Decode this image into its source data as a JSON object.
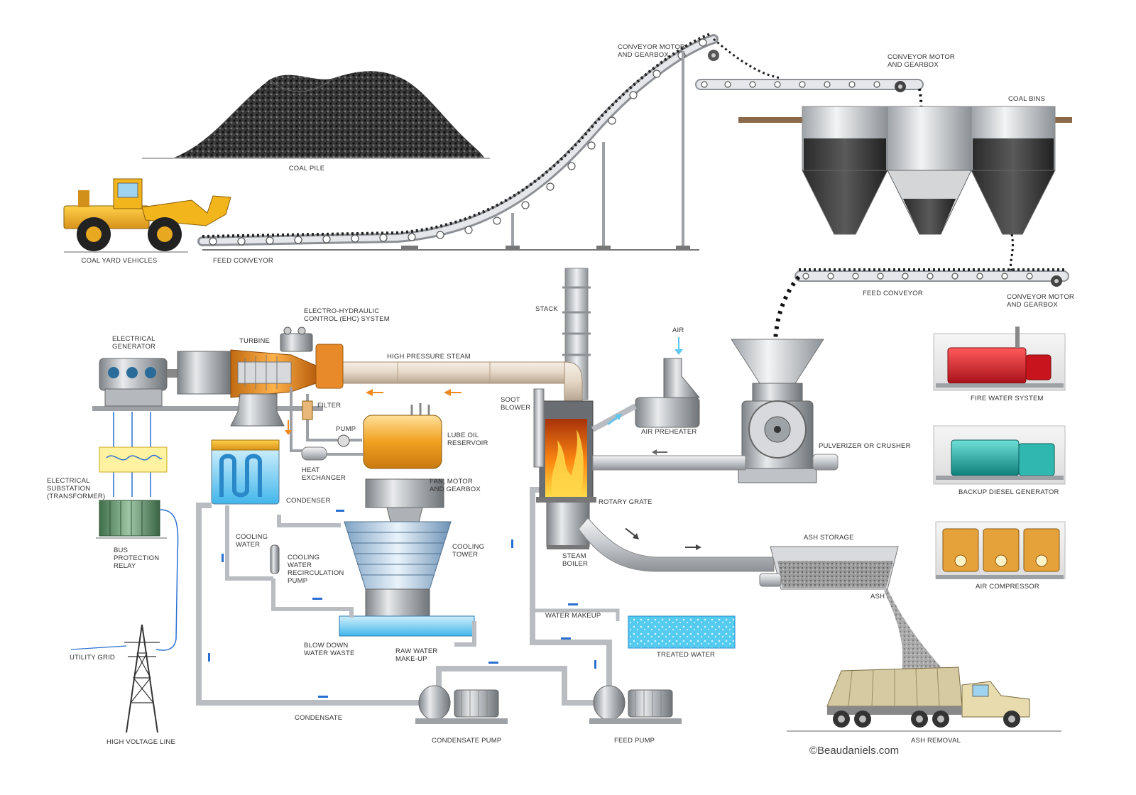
{
  "labels": {
    "coal_pile": "COAL PILE",
    "coal_yard_vehicles": "COAL YARD VEHICLES",
    "feed_conveyor_top": "FEED CONVEYOR",
    "conveyor_motor_1": [
      "CONVEYOR MOTOR",
      "AND GEARBOX"
    ],
    "conveyor_motor_2": [
      "CONVEYOR MOTOR",
      "AND GEARBOX"
    ],
    "coal_bins": "COAL BINS",
    "feed_conveyor_right": "FEED CONVEYOR",
    "conveyor_motor_3": [
      "CONVEYOR MOTOR",
      "AND GEARBOX"
    ],
    "stack": "STACK",
    "ehc": [
      "ELECTRO-HYDRAULIC",
      "CONTROL (EHC) SYSTEM"
    ],
    "electrical_generator": [
      "ELECTRICAL",
      "GENERATOR"
    ],
    "turbine": "TURBINE",
    "high_pressure_steam": "HIGH PRESSURE STEAM",
    "air": "AIR",
    "soot_blower": [
      "SOOT",
      "BLOWER"
    ],
    "filter": "FILTER",
    "pump": "PUMP",
    "lube_oil_reservoir": [
      "LUBE OIL",
      "RESERVOIR"
    ],
    "air_preheater": "AIR PREHEATER",
    "pulverizer": "PULVERIZER OR CRUSHER",
    "fire_water_system": "FIRE WATER SYSTEM",
    "electrical_substation": [
      "ELECTRICAL",
      "SUBSTATION",
      "(TRANSFORMER)"
    ],
    "heat_exchanger": [
      "HEAT",
      "EXCHANGER"
    ],
    "fan_motor": [
      "FAN, MOTOR",
      "AND GEARBOX"
    ],
    "condenser": "CONDENSER",
    "rotary_grate": "ROTARY GRATE",
    "backup_diesel_generator": "BACKUP DIESEL GENERATOR",
    "bus_protection_relay": [
      "BUS",
      "PROTECTION",
      "RELAY"
    ],
    "cooling_water": [
      "COOLING",
      "WATER"
    ],
    "cooling_tower": [
      "COOLING",
      "TOWER"
    ],
    "cooling_water_pump": [
      "COOLING",
      "WATER",
      "RECIRCULATION",
      "PUMP"
    ],
    "steam_boiler": [
      "STEAM",
      "BOILER"
    ],
    "ash_storage": "ASH STORAGE",
    "air_compressor": "AIR COMPRESSOR",
    "ash": "ASH",
    "water_makeup": "WATER MAKEUP",
    "treated_water": "TREATED WATER",
    "blow_down": [
      "BLOW DOWN",
      "WATER WASTE"
    ],
    "raw_water": [
      "RAW WATER",
      "MAKE-UP"
    ],
    "utility_grid": "UTILITY GRID",
    "condensate": "CONDENSATE",
    "condensate_pump": "CONDENSATE PUMP",
    "feed_pump": "FEED PUMP",
    "high_voltage_line": "HIGH VOLTAGE LINE",
    "ash_removal": "ASH REMOVAL"
  },
  "copyright": "©Beaudaniels.com",
  "colors": {
    "pipe": "#b9bcc0",
    "water": "#5fc6ef",
    "oil": "#f0a020",
    "fire": "#ff7a10",
    "vehicle": "#f2b61c",
    "coal": "#1c1c1c",
    "electric": "#2a6fd0",
    "fire_system": "#d8222a",
    "diesel_gen": "#1aa5a0",
    "compressor": "#d9922c",
    "flow_arrow_orange": "#f08a1c",
    "flow_arrow_blue": "#2a6fd0"
  }
}
